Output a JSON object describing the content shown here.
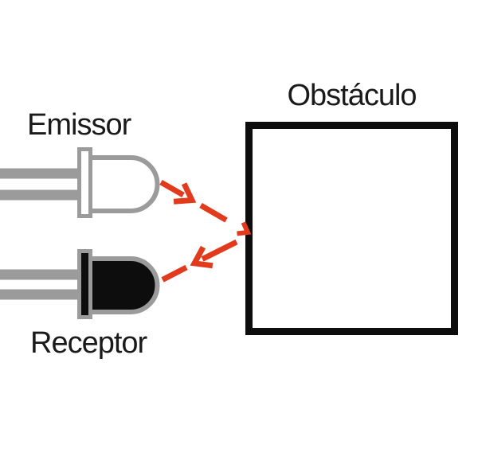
{
  "labels": {
    "emitter": "Emissor",
    "receptor": "Receptor",
    "obstacle": "Obstáculo"
  },
  "colors": {
    "background": "#ffffff",
    "label_text": "#1a1a1a",
    "led_outline_gray": "#9b9b9b",
    "beam_red": "#e23a1c",
    "ink_black": "#0d0d0d"
  },
  "diagram": {
    "type": "ir-obstacle-sensor-schematic",
    "elements": [
      "emitter-led (white LED with gray outline, two gray leads)",
      "receptor-led (black LED with gray outline, two gray leads)",
      "obstacle-box (thick black square outline)",
      "emitted-beam-arrow (red dashed arrow from emitter to obstacle)",
      "reflected-beam-arrow (red dashed arrow from obstacle to receptor)"
    ]
  }
}
